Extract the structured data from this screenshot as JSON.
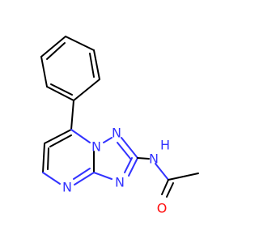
{
  "molecule": {
    "atom_labels": {
      "n_triazole_top": "N",
      "n_bridge": "N",
      "n_triazole_bottom": "N",
      "n_pyrimidine": "N",
      "nh_amide": "H",
      "n_amide": "N",
      "o_carbonyl": "O"
    },
    "colors": {
      "carbon": "#000000",
      "nitrogen": "#3333ff",
      "oxygen": "#ff0d0d",
      "background": "#ffffff"
    }
  }
}
